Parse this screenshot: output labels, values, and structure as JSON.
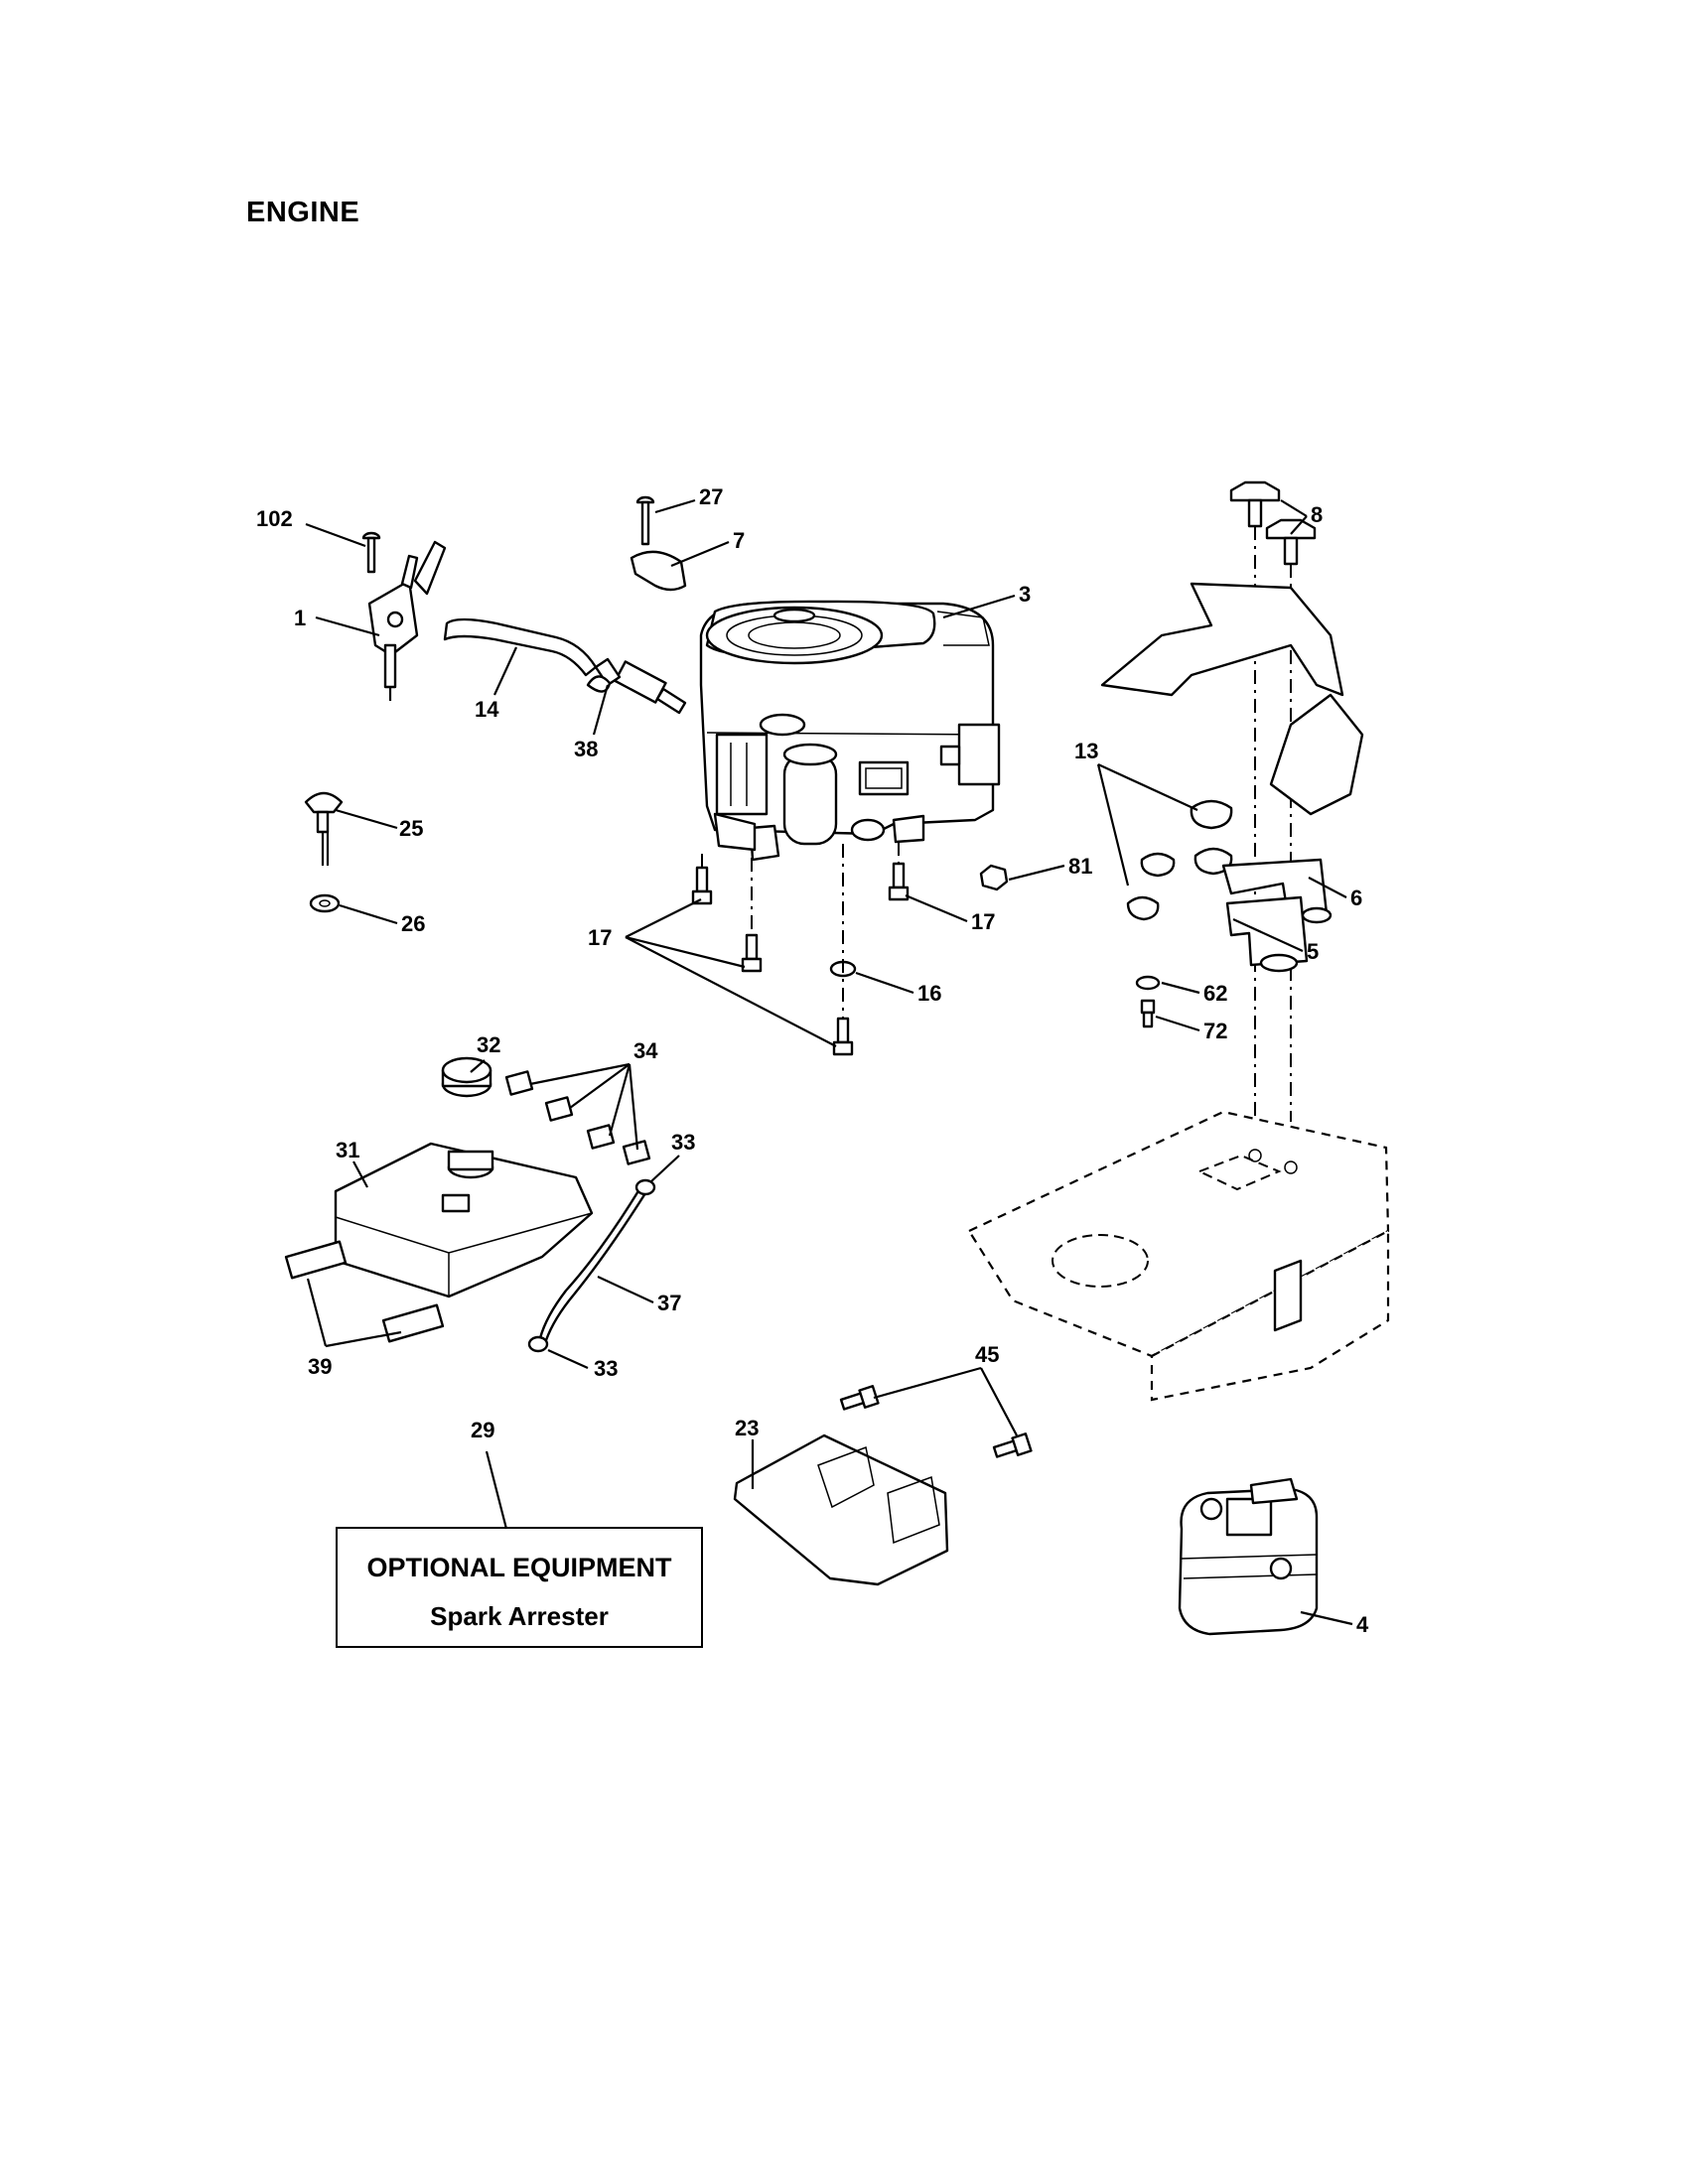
{
  "page": {
    "title": "ENGINE"
  },
  "callouts": [
    "102",
    "1",
    "14",
    "38",
    "27",
    "7",
    "3",
    "8",
    "13",
    "6",
    "5",
    "62",
    "72",
    "81",
    "25",
    "26",
    "17",
    "17",
    "16",
    "32",
    "34",
    "31",
    "33",
    "37",
    "33",
    "39",
    "45",
    "23",
    "29",
    "4"
  ],
  "optional_box": {
    "title": "OPTIONAL EQUIPMENT",
    "subtitle": "Spark Arrester"
  }
}
